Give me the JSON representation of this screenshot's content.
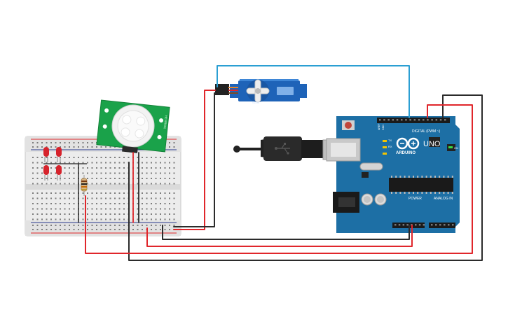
{
  "colors": {
    "background": "#ffffff",
    "wire_red": "#e0262b",
    "wire_black": "#2b2b2b",
    "wire_blue": "#2b9fd3",
    "arduino_board": "#1d6fa5",
    "pir_board": "#1aa24a",
    "servo_body": "#1e63b8",
    "breadboard": "#e8e8e8",
    "led_red": "#d6232c"
  },
  "arduino": {
    "logo": "UNO",
    "brand": "ARDUINO",
    "digital_label": "DIGITAL (PWM ~)",
    "power_label": "POWER",
    "analog_label": "ANALOG IN",
    "tx_label": "TX",
    "rx_label": "RX",
    "on_label": "ON",
    "aref_label": "AREF",
    "gnd_label": "GND"
  },
  "pir": {
    "label": "HC-SR501"
  },
  "icons": {
    "usb": "usb-icon",
    "infinity": "arduino-infinity-icon"
  }
}
